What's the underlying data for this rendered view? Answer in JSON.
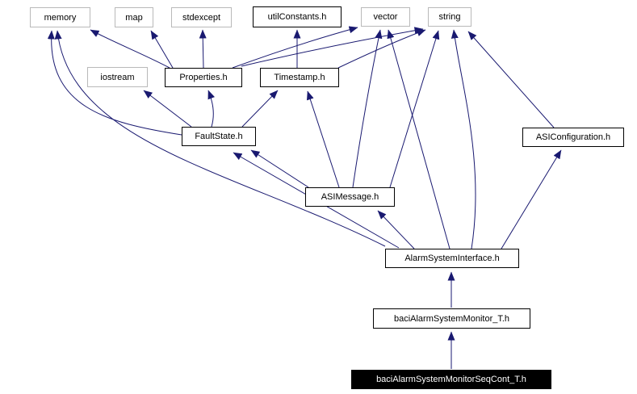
{
  "diagram": {
    "type": "include-dependency-graph",
    "root_file": "baciAlarmSystemMonitorSeqCont_T.h",
    "colors": {
      "edge": "#191970",
      "external_node_border": "#b9b9b9",
      "internal_node_border": "#000000",
      "node_background": "#ffffff",
      "root_background": "#000000",
      "root_text": "#ffffff"
    },
    "nodes": {
      "memory": {
        "label": "memory",
        "kind": "external"
      },
      "map": {
        "label": "map",
        "kind": "external"
      },
      "stdexcept": {
        "label": "stdexcept",
        "kind": "external"
      },
      "utilconstants_h": {
        "label": "utilConstants.h",
        "kind": "internal"
      },
      "vector": {
        "label": "vector",
        "kind": "external"
      },
      "string": {
        "label": "string",
        "kind": "external"
      },
      "iostream": {
        "label": "iostream",
        "kind": "external"
      },
      "properties_h": {
        "label": "Properties.h",
        "kind": "internal"
      },
      "timestamp_h": {
        "label": "Timestamp.h",
        "kind": "internal"
      },
      "faultstate_h": {
        "label": "FaultState.h",
        "kind": "internal"
      },
      "asiconfiguration_h": {
        "label": "ASIConfiguration.h",
        "kind": "internal"
      },
      "asimessage_h": {
        "label": "ASIMessage.h",
        "kind": "internal"
      },
      "alarmsysteminterface_h": {
        "label": "AlarmSystemInterface.h",
        "kind": "internal"
      },
      "bacialarmsystemmonitor_t_h": {
        "label": "baciAlarmSystemMonitor_T.h",
        "kind": "internal"
      },
      "root": {
        "label": "baciAlarmSystemMonitorSeqCont_T.h",
        "kind": "root"
      }
    },
    "edges": [
      {
        "from": "properties_h",
        "to": "memory"
      },
      {
        "from": "properties_h",
        "to": "map"
      },
      {
        "from": "properties_h",
        "to": "stdexcept"
      },
      {
        "from": "properties_h",
        "to": "vector"
      },
      {
        "from": "properties_h",
        "to": "string"
      },
      {
        "from": "timestamp_h",
        "to": "utilconstants_h"
      },
      {
        "from": "timestamp_h",
        "to": "string"
      },
      {
        "from": "faultstate_h",
        "to": "iostream"
      },
      {
        "from": "faultstate_h",
        "to": "properties_h"
      },
      {
        "from": "faultstate_h",
        "to": "timestamp_h"
      },
      {
        "from": "faultstate_h",
        "to": "memory"
      },
      {
        "from": "asimessage_h",
        "to": "timestamp_h"
      },
      {
        "from": "asimessage_h",
        "to": "faultstate_h"
      },
      {
        "from": "asimessage_h",
        "to": "vector"
      },
      {
        "from": "asimessage_h",
        "to": "string"
      },
      {
        "from": "asiconfiguration_h",
        "to": "string"
      },
      {
        "from": "alarmsysteminterface_h",
        "to": "faultstate_h"
      },
      {
        "from": "alarmsysteminterface_h",
        "to": "asimessage_h"
      },
      {
        "from": "alarmsysteminterface_h",
        "to": "memory"
      },
      {
        "from": "alarmsysteminterface_h",
        "to": "vector"
      },
      {
        "from": "alarmsysteminterface_h",
        "to": "string"
      },
      {
        "from": "alarmsysteminterface_h",
        "to": "asiconfiguration_h"
      },
      {
        "from": "bacialarmsystemmonitor_t_h",
        "to": "alarmsysteminterface_h"
      },
      {
        "from": "root",
        "to": "bacialarmsystemmonitor_t_h"
      }
    ]
  }
}
